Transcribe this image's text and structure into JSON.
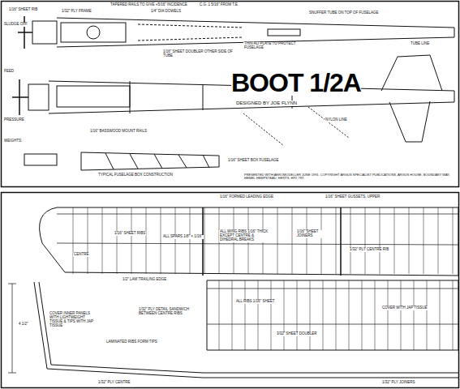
{
  "diagram": {
    "title": "BOOT 1/2A",
    "labels": [
      "DESIGNED BY JOE FLYNN",
      "TAPERED RAILS TO GIVE +5/16\" INCIDENCE",
      "C.G. 1 5/16\" FROM T.E.",
      "1/16\" SHEET RIB",
      "1/32\" PLY FRAME",
      "SLUDGE OFF",
      "1/16\" SHEET DOUBLER OTHER SIDE OF TUBE",
      "1/4\" DIA DOWELS",
      "THIN ALI PLATE TO PROTECT FUSELAGE",
      "SNUFFER TUBE ON TOP OF FUSELAGE",
      "TUBE LINE",
      "FEED",
      "PRESSURE",
      "1/16\" BASSWOOD MOUNT RAILS",
      "NYLON LINE",
      "WEIGHTS:",
      "TYPICAL FUSELAGE BOX CONSTRUCTION",
      "1/16\" SHEET BOX FUSELAGE",
      "PRESENTED WITH AEROMODELLER JUNE 1991. COPYRIGHT ARGUS SPECIALIST PUBLICATIONS, ARGUS HOUSE, BOUNDARY WAY, HEMEL HEMPSTEAD, HERTS. HP2 7ST.",
      "1/16\" FORMED LEADING EDGE",
      "1/16\" SHEET GUSSETS, UPPER",
      "1/16\" SHEET RIBS",
      "ALL SPARS 1/8\" × 1/16\"",
      "ALL WING RIBS 1/16\" THICK EXCEPT CENTRE & DIHEDRAL BREAKS",
      "1/32\" PLY CENTRE RIB",
      "1/16\" SHEET JOINERS",
      "CENTRE",
      "1/2\" LAM TRAILING EDGE",
      "4 1/2\"",
      "COVER INNER PANELS WITH LIGHTWEIGHT TISSUE & TIPS WITH JAP TISSUE",
      "1/32\" PLY DETAIL SANDWICH BETWEEN CENTRE RIBS",
      "ALL RIBS 1/16\" SHEET",
      "3/32\" SHEET DOUBLER",
      "COVER WITH JAP TISSUE",
      "LAMINATED RIBS FORM TIPS",
      "1/32\" PLY CENTRE",
      "1/32\" PLY JOINERS"
    ]
  }
}
